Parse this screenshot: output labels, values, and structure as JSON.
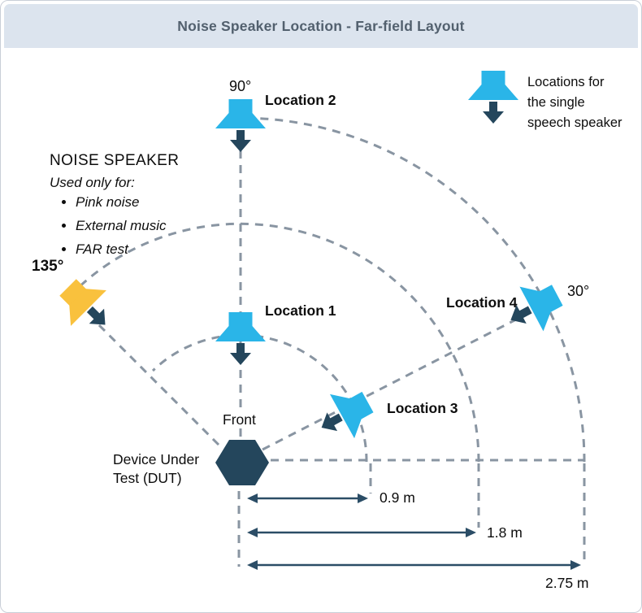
{
  "header": {
    "title": "Noise Speaker Location - Far-field Layout"
  },
  "legend": {
    "label": "Locations for the single speech speaker",
    "icon": "speech-speaker-icon"
  },
  "noise_speaker_note": {
    "heading": "NOISE SPEAKER",
    "subheading": "Used only for:",
    "bullets": [
      "Pink noise",
      "External music",
      "FAR test"
    ]
  },
  "angles": {
    "a90": "90°",
    "a135": "135°",
    "a30": "30°"
  },
  "locations": {
    "loc1": "Location 1",
    "loc2": "Location 2",
    "loc3": "Location 3",
    "loc4": "Location 4"
  },
  "dut": {
    "front_label": "Front",
    "label": "Device Under Test (DUT)",
    "label_line1": "Device Under",
    "label_line2": "Test (DUT)"
  },
  "distances": {
    "d1": "0.9 m",
    "d2": "1.8 m",
    "d3": "2.75 m"
  },
  "icons": {
    "speech_speaker": "speech-speaker-icon",
    "noise_speaker": "noise-speaker-icon",
    "dut_hexagon": "dut-hexagon",
    "direction_arrow": "down-arrow-icon"
  },
  "colors": {
    "speech_speaker_blue": "#2AB5E8",
    "noise_speaker_yellow": "#F9C13D",
    "dark_slate": "#24465C",
    "dashed_line_gray": "#8995A2",
    "measure_arrow_navy": "#2B4D66",
    "header_bg": "#DCE4EE",
    "header_text": "#52606E"
  }
}
